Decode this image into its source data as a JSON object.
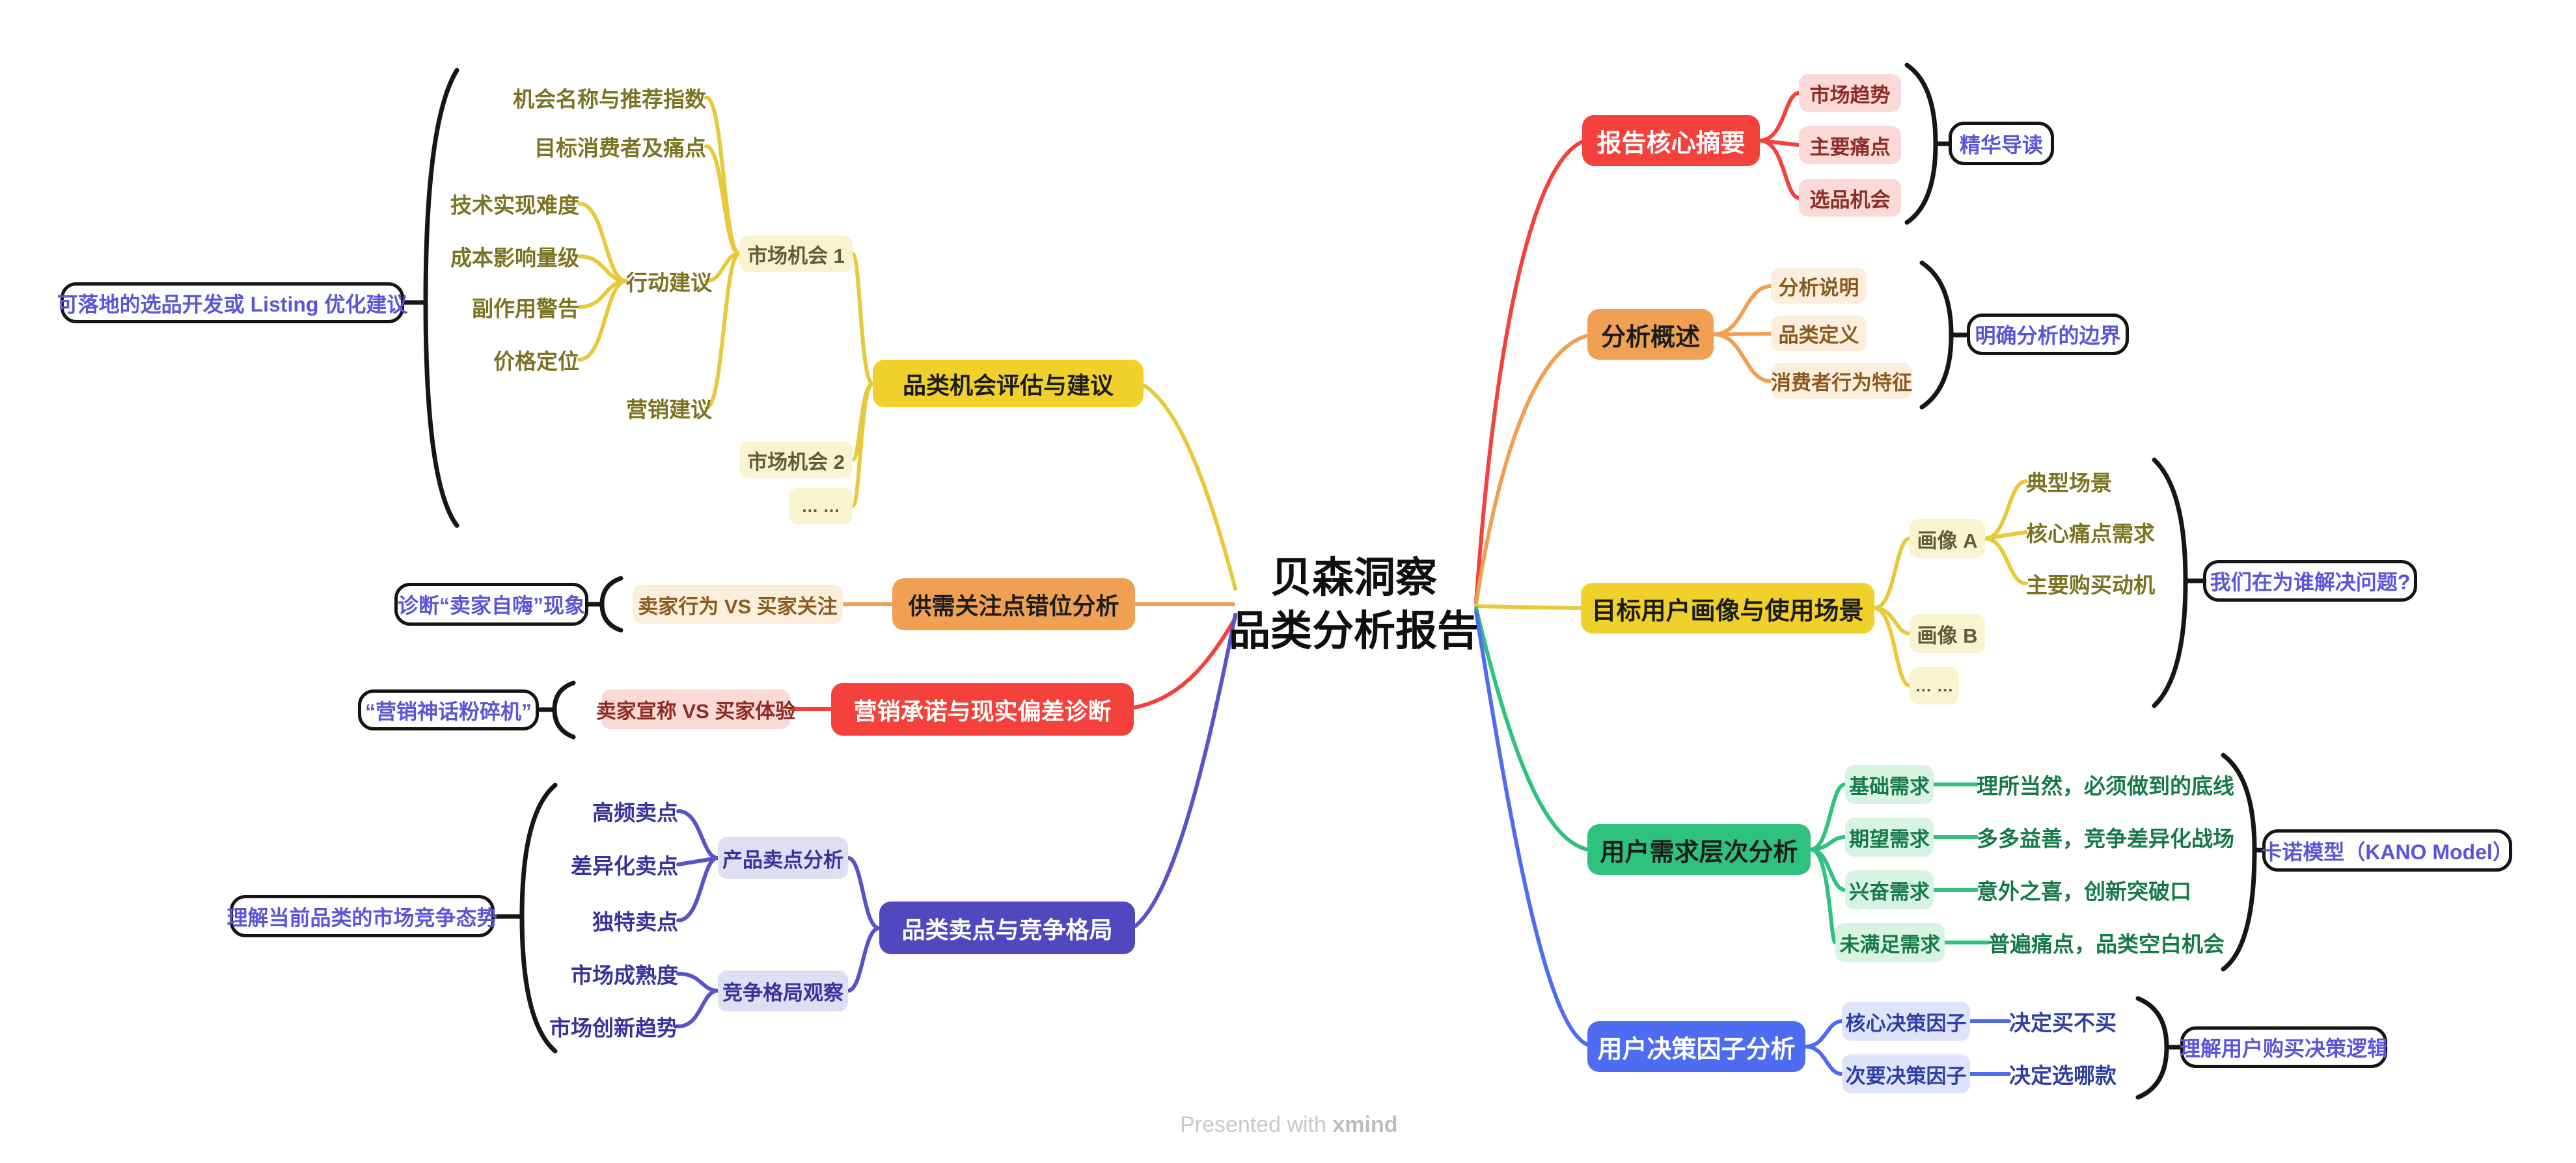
{
  "central": {
    "line1": "贝森洞察",
    "line2": "品类分析报告"
  },
  "watermark": {
    "prefix": "Presented with ",
    "brand": "xmind"
  },
  "colors": {
    "red": "#F4413B",
    "pink_bg": "#FAD9D6",
    "pink_text": "#8C2B24",
    "orange": "#F0A052",
    "cream_bg": "#FCEEDC",
    "cream_text": "#8A5A1E",
    "yellow": "#F0D02B",
    "light_yellow_bg": "#FAF3CF",
    "olive_text": "#7C7322",
    "green": "#2EC27E",
    "light_green_bg": "#D8F2E4",
    "green_text": "#157A48",
    "blue": "#4E6CF2",
    "light_blue_bg": "#E0E4FB",
    "blue_text": "#2D3FA6",
    "indigo": "#4F48BE",
    "lavender_bg": "#DFDEF3",
    "indigo_text": "#38329D",
    "callout_text": "#5B55D9",
    "brace": "#161616"
  },
  "left": {
    "b1": {
      "label": "品类机会评估与建议",
      "market1": "市场机会 1",
      "market2": "市场机会 2",
      "more": "… …",
      "action": "行动建议",
      "marketing": "营销建议",
      "leaves1": [
        "机会名称与推荐指数",
        "目标消费者及痛点"
      ],
      "leaves2": [
        "技术实现难度",
        "成本影响量级",
        "副作用警告",
        "价格定位"
      ],
      "callout": "可落地的选品开发或 Listing 优化建议"
    },
    "b2": {
      "label": "供需关注点错位分析",
      "child": "卖家行为 VS 买家关注",
      "callout": "诊断“卖家自嗨”现象"
    },
    "b3": {
      "label": "营销承诺与现实偏差诊断",
      "child": "卖家宣称 VS 买家体验",
      "callout": "“营销神话粉碎机”"
    },
    "b4": {
      "label": "品类卖点与竞争格局",
      "group1": {
        "label": "产品卖点分析",
        "leaves": [
          "高频卖点",
          "差异化卖点",
          "独特卖点"
        ]
      },
      "group2": {
        "label": "竞争格局观察",
        "leaves": [
          "市场成熟度",
          "市场创新趋势"
        ]
      },
      "callout": "理解当前品类的市场竞争态势"
    }
  },
  "right": {
    "b1": {
      "label": "报告核心摘要",
      "children": [
        "市场趋势",
        "主要痛点",
        "选品机会"
      ],
      "callout": "精华导读"
    },
    "b2": {
      "label": "分析概述",
      "children": [
        "分析说明",
        "品类定义",
        "消费者行为特征"
      ],
      "callout": "明确分析的边界"
    },
    "b3": {
      "label": "目标用户画像与使用场景",
      "personaA": "画像 A",
      "personaB": "画像 B",
      "more": "… …",
      "leavesA": [
        "典型场景",
        "核心痛点需求",
        "主要购买动机"
      ],
      "callout": "我们在为谁解决问题?"
    },
    "b4": {
      "label": "用户需求层次分析",
      "children": [
        "基础需求",
        "期望需求",
        "兴奋需求",
        "未满足需求"
      ],
      "leaves": [
        "理所当然，必须做到的底线",
        "多多益善，竞争差异化战场",
        "意外之喜，创新突破口",
        "普遍痛点，品类空白机会"
      ],
      "callout": "卡诺模型（KANO Model）"
    },
    "b5": {
      "label": "用户决策因子分析",
      "children": [
        "核心决策因子",
        "次要决策因子"
      ],
      "leaves": [
        "决定买不买",
        "决定选哪款"
      ],
      "callout": "理解用户购买决策逻辑"
    }
  }
}
